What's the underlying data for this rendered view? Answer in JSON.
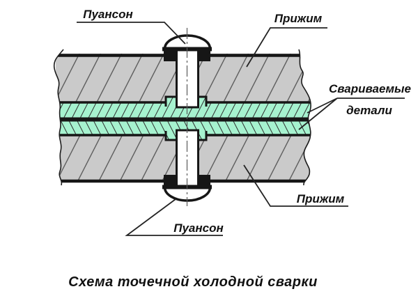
{
  "diagram": {
    "caption": "Схема точечной холодной сварки",
    "labels": {
      "punch_top": "Пуансон",
      "clamp_top": "Прижим",
      "welded_parts_line1": "Свариваемые",
      "welded_parts_line2": "детали",
      "clamp_bottom": "Прижим",
      "punch_bottom": "Пуансон"
    },
    "colors": {
      "clamp_fill": "#cacaca",
      "sheet_fill": "#a6f2cf",
      "outline": "#161616",
      "leader": "#232323",
      "background": "#ffffff"
    }
  }
}
